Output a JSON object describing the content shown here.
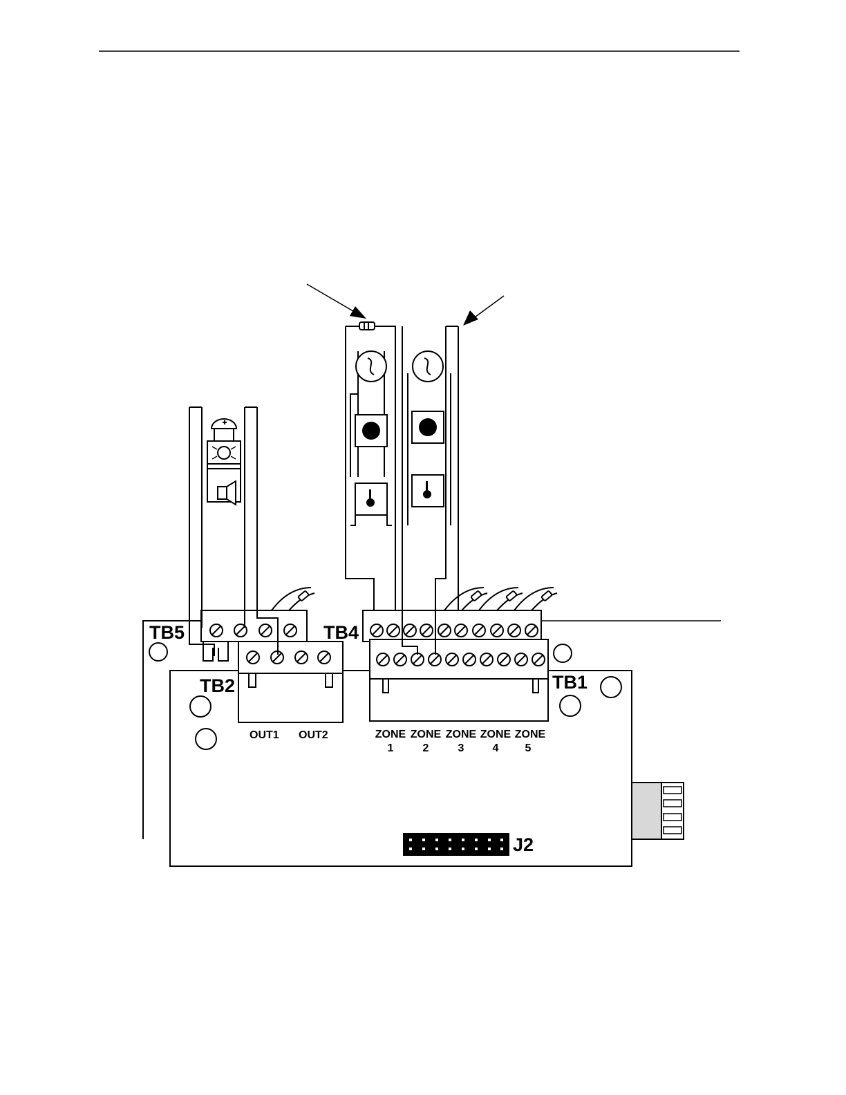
{
  "labels": {
    "tb5": "TB5",
    "tb4": "TB4",
    "tb2": "TB2",
    "tb1": "TB1",
    "j2": "J2",
    "out1": "OUT1",
    "out2": "OUT2",
    "zones": [
      {
        "word": "ZONE",
        "num": "1"
      },
      {
        "word": "ZONE",
        "num": "2"
      },
      {
        "word": "ZONE",
        "num": "3"
      },
      {
        "word": "ZONE",
        "num": "4"
      },
      {
        "word": "ZONE",
        "num": "5"
      }
    ]
  },
  "colors": {
    "ink": "#000000",
    "paper": "#ffffff",
    "connector_fill": "#d8d8d8"
  },
  "icons": [
    "resistor-icon",
    "heat-detector-icon",
    "smoke-detector-icon",
    "pull-station-icon",
    "horn-strobe-icon",
    "strobe-icon",
    "speaker-icon",
    "screw-terminal-icon"
  ]
}
